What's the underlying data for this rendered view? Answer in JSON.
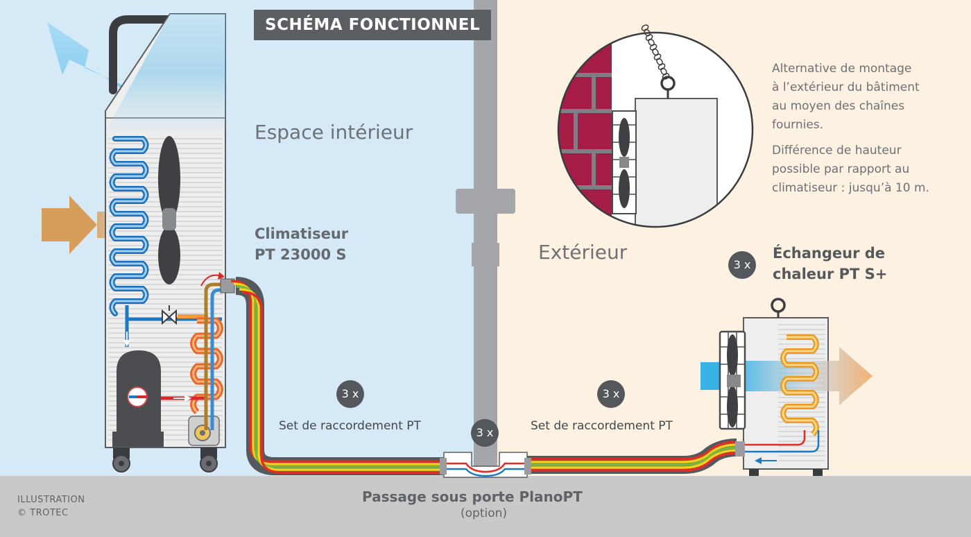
{
  "title": "SCHÉMA FONCTIONNEL",
  "zones": {
    "interior": "Espace intérieur",
    "exterior": "Extérieur"
  },
  "air_conditioner": {
    "line1": "Climatiseur",
    "line2": "PT 23000 S"
  },
  "heat_exchanger": {
    "line1": "Échangeur de",
    "line2": "chaleur PT S+"
  },
  "badges": {
    "exchanger": "3 x",
    "set_left": "3 x",
    "passage": "3 x",
    "set_right": "3 x"
  },
  "connection_sets": {
    "left": "Set de raccordement PT",
    "right": "Set de raccordement PT"
  },
  "mounting_note": {
    "p1": {
      "l1": "Alternative de montage",
      "l2": "à l’extérieur du bâtiment",
      "l3": "au moyen des chaînes",
      "l4": "fournies."
    },
    "p2": {
      "l1": "Différence de hauteur",
      "l2": "possible par rapport au",
      "l3": "climatiseur : jusqu’à 10 m."
    }
  },
  "passage": {
    "title": "Passage sous porte PlanoPT",
    "subtitle": "(option)"
  },
  "credit": {
    "line1": "ILLUSTRATION",
    "line2": "© TROTEC"
  },
  "colors": {
    "interior_bg": "#d6e9f6",
    "exterior_bg": "#fdf1e2",
    "floor": "#c7c7c7",
    "wall": "#9fa1a4",
    "badge": "#54575b",
    "cold_air": "#5bb7e6",
    "warm_air": "#e9a55e",
    "coil_cold": "#1c78c2",
    "coil_hot": "#e0501e",
    "hose_red": "#e52c24",
    "hose_yellow": "#f2d21b",
    "hose_green": "#7bb740",
    "brick": "#a51c46"
  },
  "icons": [
    "fan-icon",
    "compressor-icon",
    "pump-icon",
    "expansion-valve-icon",
    "hook-ring-icon",
    "chain-icon"
  ]
}
